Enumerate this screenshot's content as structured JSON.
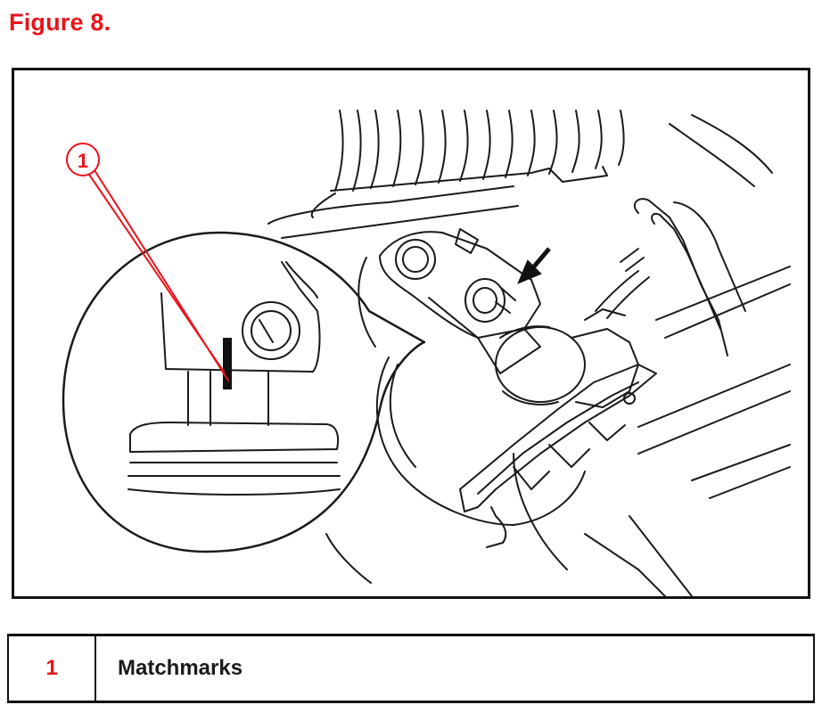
{
  "figure": {
    "title": "Figure 8.",
    "callout_number": "1",
    "accent_color": "#e8141b",
    "line_color": "#111111",
    "icons": [
      "matchmark-callout-icon",
      "direction-arrow-icon"
    ]
  },
  "legend": {
    "rows": [
      {
        "number": "1",
        "description": "Matchmarks"
      }
    ]
  }
}
